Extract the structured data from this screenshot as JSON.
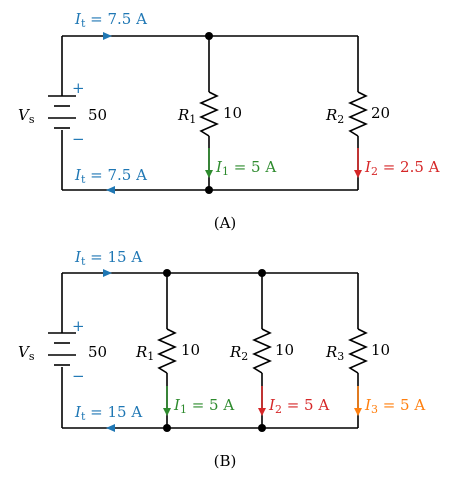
{
  "circuit_a": {
    "caption": "(A)",
    "source": {
      "symbol": "V",
      "sub": "s",
      "value": "50",
      "plus": "+",
      "minus": "−"
    },
    "current_top": {
      "symbol": "I",
      "sub": "t",
      "text": " = 7.5 A"
    },
    "current_bottom": {
      "symbol": "I",
      "sub": "t",
      "text": " = 7.5 A"
    },
    "resistors": [
      {
        "symbol": "R",
        "sub": "1",
        "value": "10",
        "current_symbol": "I",
        "current_sub": "1",
        "current_text": " = 5 A"
      },
      {
        "symbol": "R",
        "sub": "2",
        "value": "20",
        "current_symbol": "I",
        "current_sub": "2",
        "current_text": " = 2.5 A"
      }
    ]
  },
  "circuit_b": {
    "caption": "(B)",
    "source": {
      "symbol": "V",
      "sub": "s",
      "value": "50",
      "plus": "+",
      "minus": "−"
    },
    "current_top": {
      "symbol": "I",
      "sub": "t",
      "text": " = 15 A"
    },
    "current_bottom": {
      "symbol": "I",
      "sub": "t",
      "text": " = 15 A"
    },
    "resistors": [
      {
        "symbol": "R",
        "sub": "1",
        "value": "10",
        "current_symbol": "I",
        "current_sub": "1",
        "current_text": " = 5 A"
      },
      {
        "symbol": "R",
        "sub": "2",
        "value": "10",
        "current_symbol": "I",
        "current_sub": "2",
        "current_text": " = 5 A"
      },
      {
        "symbol": "R",
        "sub": "3",
        "value": "10",
        "current_symbol": "I",
        "current_sub": "3",
        "current_text": " = 5 A"
      }
    ]
  },
  "colors": {
    "wire": "#000000",
    "total_current": "#1f77b4",
    "i1": "#2e8b2e",
    "i2": "#d62728",
    "i3": "#ff7f0e"
  }
}
